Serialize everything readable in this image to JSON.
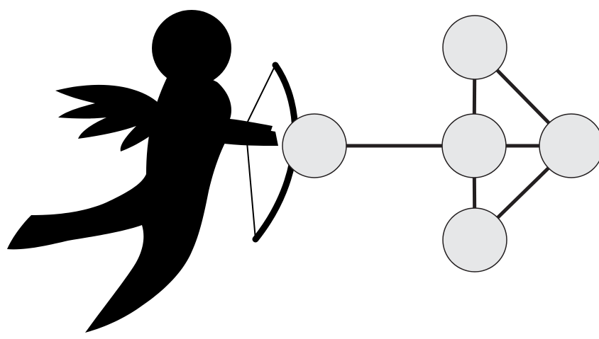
{
  "figure": {
    "illustration": {
      "icon": "cupid-with-bow-silhouette",
      "fill_color": "#000000"
    },
    "graph": {
      "node_fill_color": "#e6e7e8",
      "node_stroke_color": "#231f20",
      "edge_color": "#231f20",
      "nodes": [
        {
          "id": "left"
        },
        {
          "id": "center"
        },
        {
          "id": "top"
        },
        {
          "id": "right"
        },
        {
          "id": "bottom"
        }
      ],
      "edges": [
        {
          "from": "left",
          "to": "center"
        },
        {
          "from": "center",
          "to": "top"
        },
        {
          "from": "center",
          "to": "right"
        },
        {
          "from": "center",
          "to": "bottom"
        },
        {
          "from": "top",
          "to": "right"
        },
        {
          "from": "bottom",
          "to": "right"
        }
      ]
    }
  }
}
